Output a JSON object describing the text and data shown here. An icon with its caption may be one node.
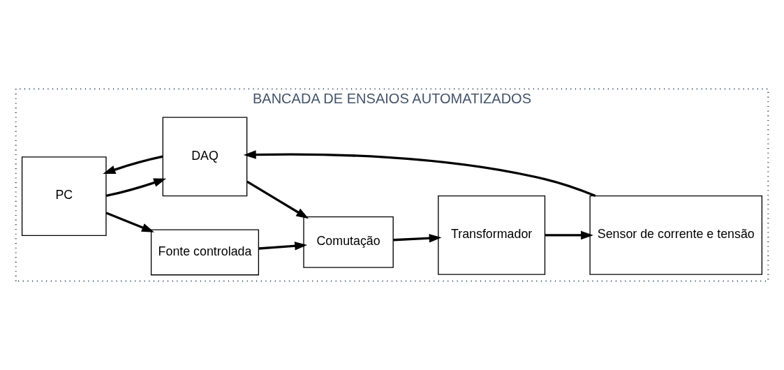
{
  "diagram": {
    "nodes": [
      {
        "text": [
          "BANCADA DE ENSAIOS AUTOMATIZADOS"
        ]
      },
      {
        "text": [
          "Fonte controlada"
        ],
        "in": 0
      },
      {
        "text": [
          "Comutação"
        ],
        "in": 0
      },
      {
        "text": [
          "PC"
        ],
        "in": 0
      },
      {
        "text": [
          "DAQ"
        ],
        "in": 0
      },
      {
        "text": [
          "Sensor de corrente e tensão"
        ],
        "in": 0
      },
      {
        "text": [
          "Transformador"
        ],
        "in": 0
      }
    ],
    "edges": [
      {
        "from": 3,
        "to": 1,
        "arrow": "to"
      },
      {
        "from": 1,
        "to": 2,
        "arrow": "to"
      },
      {
        "from": 2,
        "to": 6,
        "arrow": "to"
      },
      {
        "from": 6,
        "to": 5,
        "arrow": "to"
      },
      {
        "from": 5,
        "to": 4,
        "arrow": "to"
      },
      {
        "from": 4,
        "to": 3,
        "arrow": "to"
      },
      {
        "from": 3,
        "to": 4,
        "arrow": "to"
      },
      {
        "from": 4,
        "to": 2,
        "arrow": "to"
      }
    ]
  }
}
